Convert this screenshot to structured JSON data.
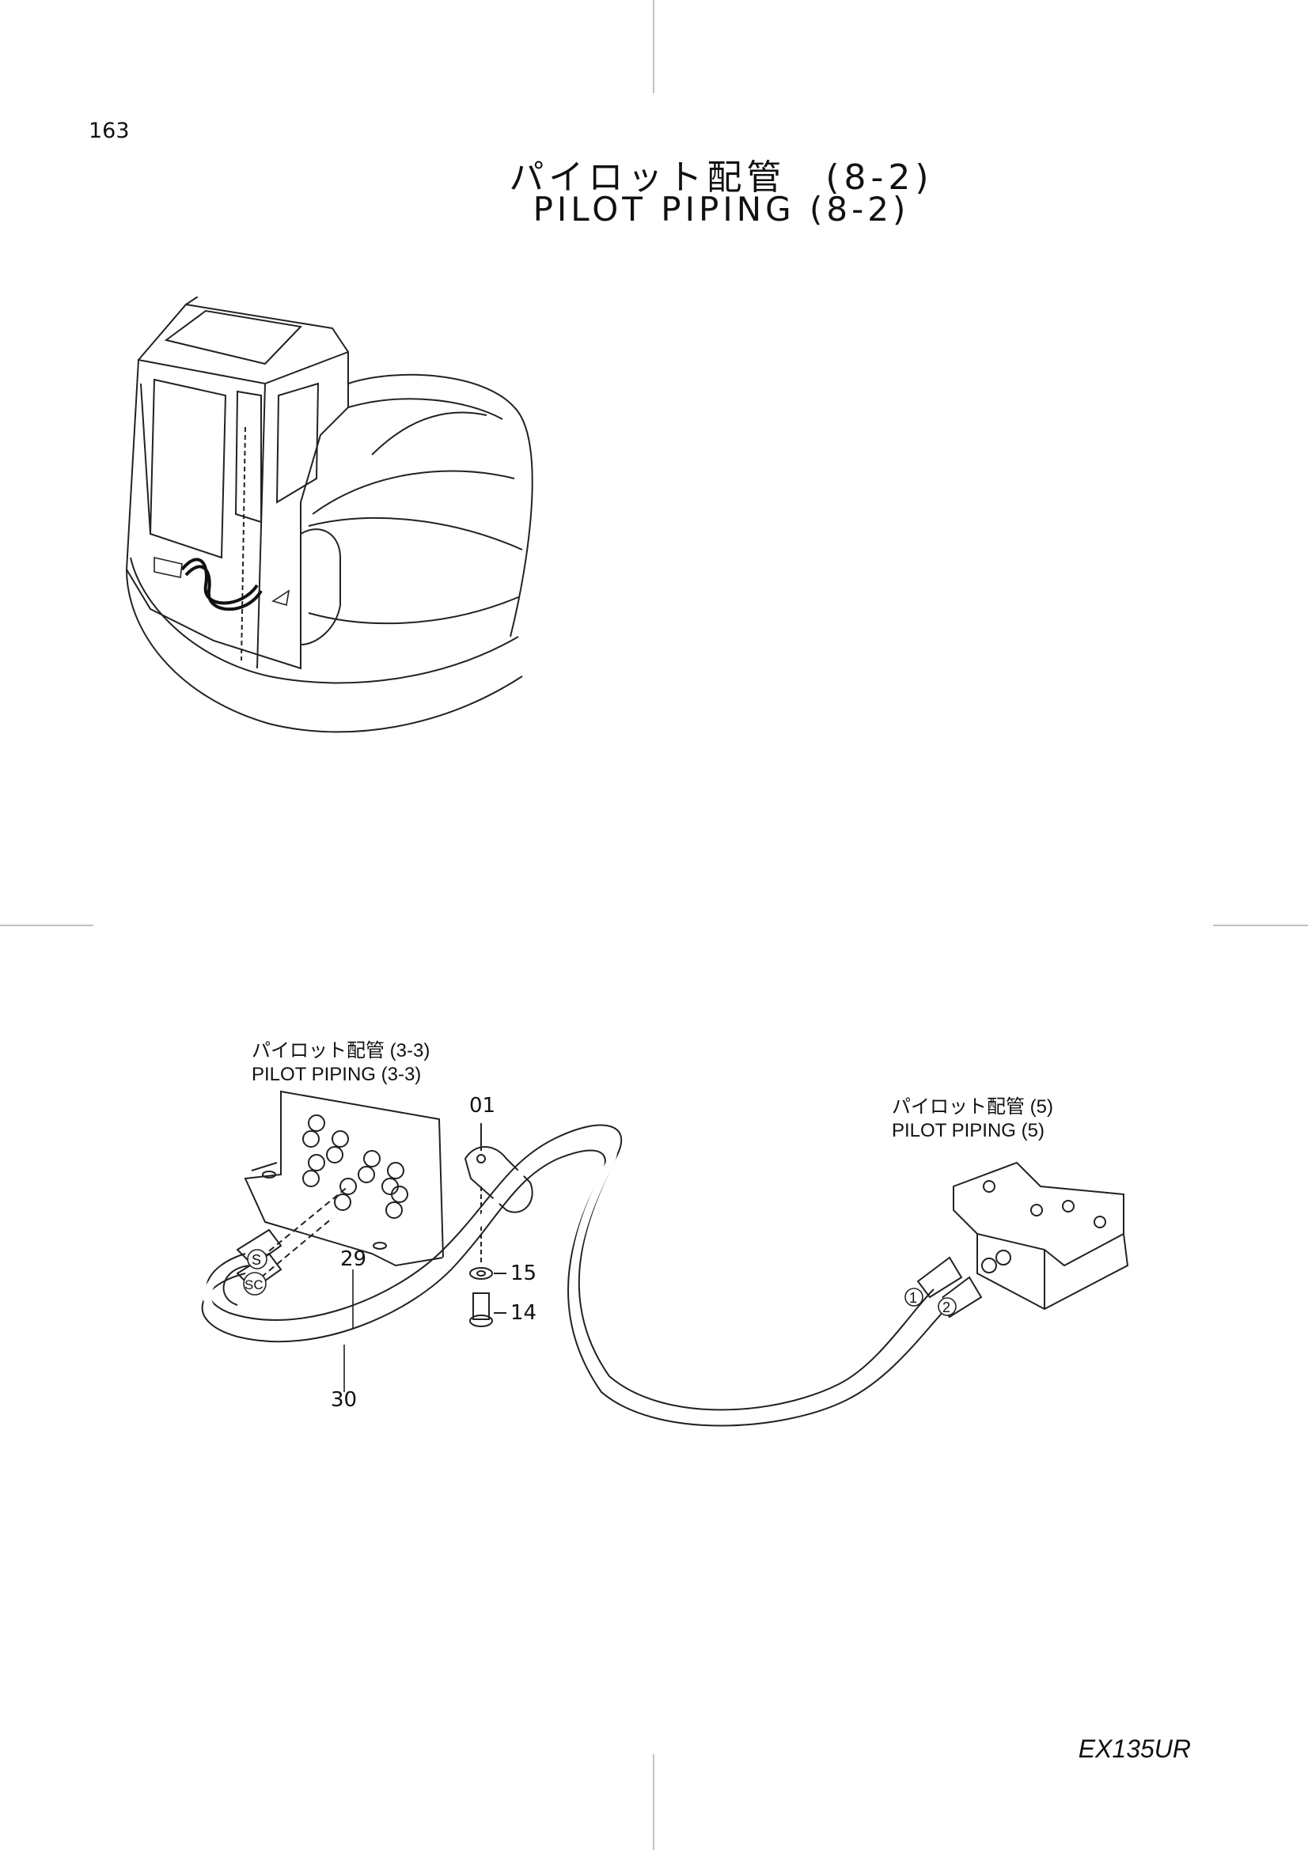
{
  "page": {
    "number": "163",
    "title_jp": "パイロット配管　(8-2)",
    "title_en": "PILOT PIPING (8-2)",
    "model": "EX135UR"
  },
  "diagram": {
    "callouts": [
      {
        "jp": "パイロット配管 (3-3)",
        "en": "PILOT PIPING (3-3)"
      },
      {
        "jp": "パイロット配管 (5)",
        "en": "PILOT PIPING (5)"
      }
    ],
    "part_numbers": [
      "01",
      "15",
      "14",
      "29",
      "30"
    ],
    "port_labels": [
      "S",
      "SC",
      "1",
      "2"
    ]
  }
}
